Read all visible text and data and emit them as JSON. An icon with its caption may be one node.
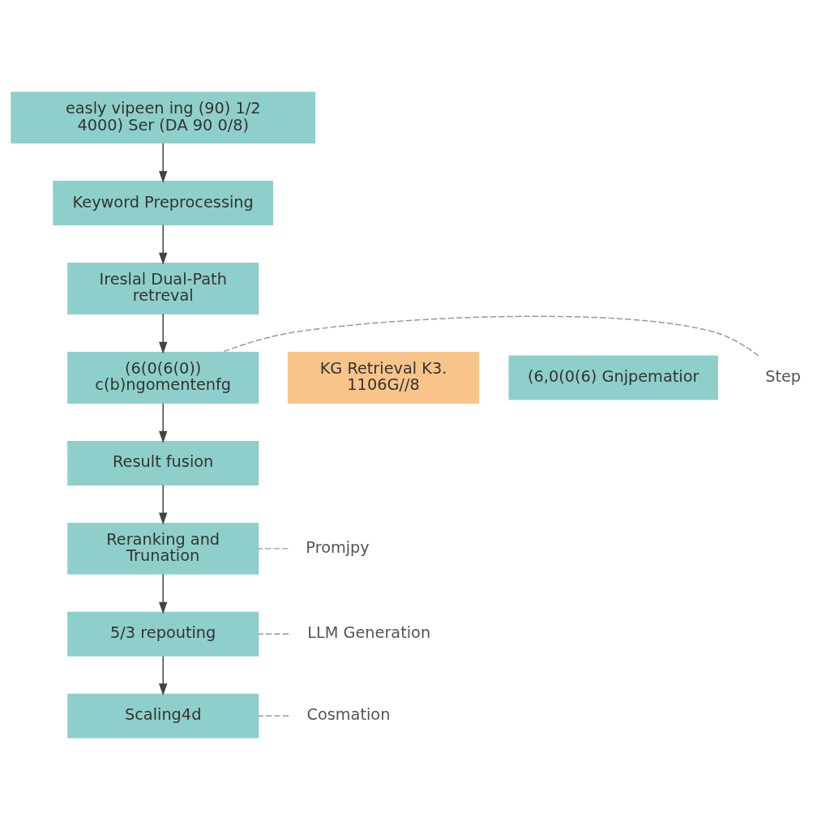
{
  "diagram": {
    "nodes": [
      {
        "text": [
          "easly vipeen ing (90) 1/2 4000) Ser (DA 90 0/8)"
        ]
      },
      {
        "text": [
          "Keyword Preprocessing"
        ]
      },
      {
        "text": [
          "Ireslal Dual-Path retreval"
        ]
      },
      {
        "text": [
          "(6(0(6(0)) c(b)ngomentenfg"
        ]
      },
      {
        "text": [
          "KG Retrieval K3. 1106G//8"
        ]
      },
      {
        "text": [
          "(6,0(0(6) Gnjpematior"
        ]
      },
      {
        "text": [
          "Result fusion"
        ]
      },
      {
        "text": [
          "Reranking and Trunation"
        ]
      },
      {
        "text": [
          "5/3 repouting"
        ]
      },
      {
        "text": [
          "Scaling4d"
        ]
      },
      {
        "text": [
          "Step"
        ]
      },
      {
        "text": [
          "Promjpy"
        ]
      },
      {
        "text": [
          "LLM Generation"
        ]
      },
      {
        "text": [
          "Cosmation"
        ]
      }
    ],
    "edges": [
      {
        "from": 0,
        "to": 1,
        "arrow": "to"
      },
      {
        "from": 1,
        "to": 2,
        "arrow": "to"
      },
      {
        "from": 2,
        "to": 3,
        "arrow": "to"
      },
      {
        "from": 3,
        "to": 6,
        "arrow": "to"
      },
      {
        "from": 6,
        "to": 7,
        "arrow": "to"
      },
      {
        "from": 7,
        "to": 8,
        "arrow": "to"
      },
      {
        "from": 8,
        "to": 9,
        "arrow": "to"
      },
      {
        "from": 10,
        "to": 3,
        "arrow": "none",
        "style": "dashed"
      },
      {
        "from": 11,
        "to": 7,
        "arrow": "none",
        "style": "dashed"
      },
      {
        "from": 12,
        "to": 8,
        "arrow": "none",
        "style": "dashed"
      },
      {
        "from": 13,
        "to": 9,
        "arrow": "none",
        "style": "dashed"
      }
    ]
  }
}
